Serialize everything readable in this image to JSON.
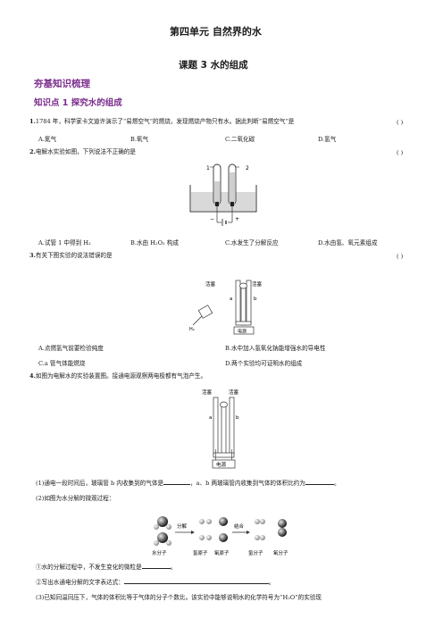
{
  "header": {
    "unit_title": "第四单元  自然界的水",
    "lesson_title": "课题 3  水的组成"
  },
  "section": {
    "title": "夯基知识梳理",
    "point1": "知识点 1  探究水的组成"
  },
  "q1": {
    "num": "1.",
    "stem": "1784 年，科学家卡文迪许演示了“易燃空气”的燃烧，发现燃烧产物只有水。据此判断“易燃空气”是",
    "paren": "(    )",
    "options": [
      "A.氮气",
      "B.氧气",
      "C.二氧化碳",
      "D.氢气"
    ]
  },
  "q2": {
    "num": "2.",
    "stem": "电解水实验如图，下列说法不正确的是",
    "paren": "(    )",
    "figure_labels": [
      "1",
      "2",
      "−",
      "+"
    ],
    "options": [
      "A.试管 1 中得到 H₂",
      "B.水由 H₂O₂ 构成",
      "C.水发生了分解反应",
      "D.水由氢、氧元素组成"
    ]
  },
  "q3": {
    "num": "3.",
    "stem": "有关下图实验的说法错误的是",
    "paren": "(    )",
    "figure_labels": [
      "活塞",
      "活塞",
      "a",
      "b",
      "电源",
      "H₂"
    ],
    "options": [
      "A.点燃氢气前要检验纯度",
      "B.水中加入氢氧化钠能增强水的导电性",
      "C.a 管气体能燃烧",
      "D.两个实验均可证明水的组成"
    ]
  },
  "q4": {
    "num": "4.",
    "stem": "如图为电解水的实验装置图。接通电源观察两电极都有气泡产生。",
    "figure_labels": [
      "活塞",
      "活塞",
      "a",
      "b",
      "电源"
    ],
    "sub1": "(1)通电一段时间后，玻璃管 b 内收集到的气体是",
    "sub1_mid": "，a、b 两玻璃管内收集到气体的体积比约为",
    "sub1_end": "。",
    "sub2": "(2)如图为水分解的微观过程：",
    "micro_labels": [
      "分解",
      "结合",
      "水分子",
      "氢原子",
      "氧原子",
      "氢分子",
      "氧分子"
    ],
    "sub2_a": "①水的分解过程中，不发生变化的微粒是",
    "sub2_a_end": "。",
    "sub2_b": "②写出水通电分解的文字表达式：",
    "sub2_b_end": "。",
    "sub3": "(3)已知同温同压下，气体的体积比等于气体的分子个数比。该实验中能够说明水的化学符号为“H₂O”的实验现"
  }
}
